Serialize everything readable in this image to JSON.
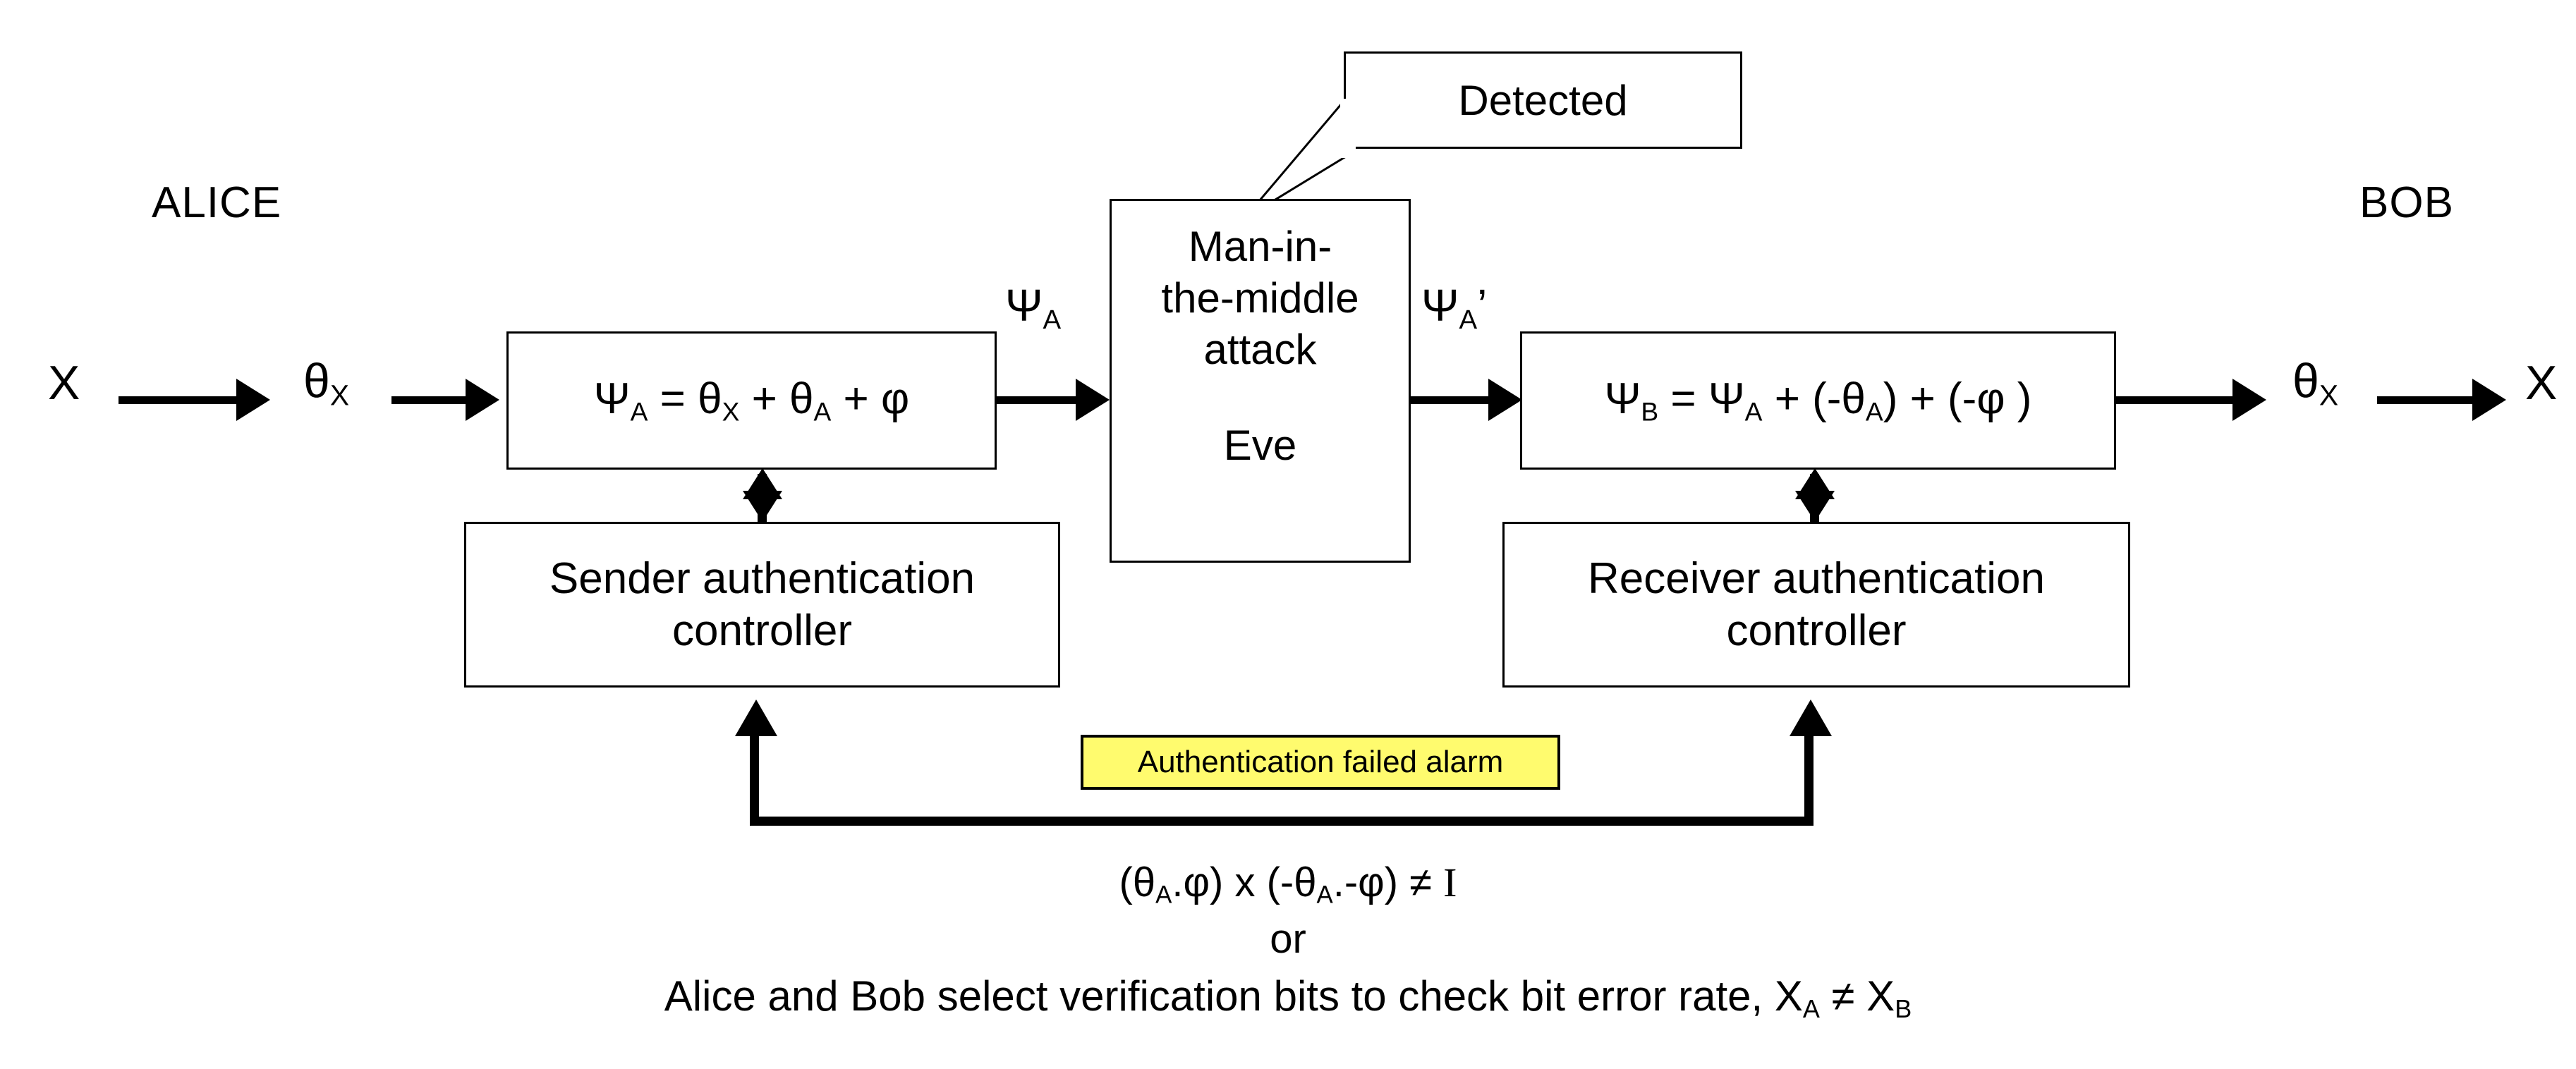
{
  "diagram": {
    "title_left": "ALICE",
    "title_right": "BOB",
    "input_bit_left": "X",
    "basis_left": "θX",
    "basis_right": "θX",
    "output_bit_right": "X",
    "sender_formula": "ΨA = θX + θA + φ",
    "receiver_formula": "ΨB = ΨA + (-θA) + (-φ )",
    "channel_label_left": "ΨA",
    "channel_label_right": "ΨA’",
    "eve_line1": "Man-in-",
    "eve_line2": "the-middle",
    "eve_line3": "attack",
    "eve_name": "Eve",
    "callout_text": "Detected",
    "sender_controller_line1": "Sender authentication",
    "sender_controller_line2": "controller",
    "receiver_controller_line1": "Receiver authentication",
    "receiver_controller_line2": "controller",
    "alarm_text": "Authentication failed alarm",
    "condition_eqn": "(θA.φ) x (-θA.-φ) ≠ I",
    "condition_or": "or",
    "condition_check": "Alice and Bob select verification bits to check bit error rate, XA ≠ XB",
    "colors": {
      "alarm_fill": "#FFFB6E",
      "stroke": "#000000",
      "background": "#FFFFFF"
    }
  }
}
